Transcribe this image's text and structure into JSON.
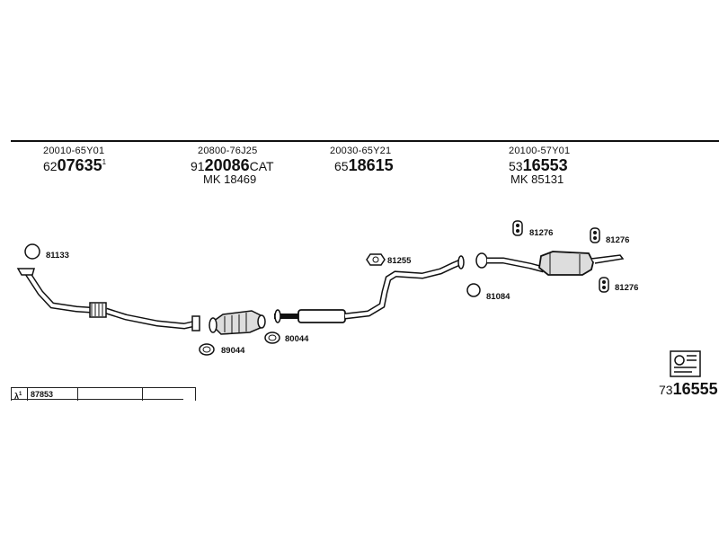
{
  "parts": [
    {
      "oem": "20010-65Y01",
      "prefix": "62",
      "number": "07635",
      "mark": "1",
      "mk": "",
      "suffix": ""
    },
    {
      "oem": "20800-76J25",
      "prefix": "91",
      "number": "20086",
      "mark": "",
      "mk": "MK 18469",
      "suffix": "CAT"
    },
    {
      "oem": "20030-65Y21",
      "prefix": "65",
      "number": "18615",
      "mark": "",
      "mk": "",
      "suffix": ""
    },
    {
      "oem": "20100-57Y01",
      "prefix": "53",
      "number": "16553",
      "mark": "",
      "mk": "MK 85131",
      "suffix": ""
    }
  ],
  "fittings": {
    "f81133": "81133",
    "f89044": "89044",
    "f80044": "80044",
    "f81255": "81255",
    "f81276a": "81276",
    "f81276b": "81276",
    "f81276c": "81276",
    "f81084": "81084"
  },
  "footer_table": {
    "lambda": "λ",
    "lambda_mark": "1",
    "value": "87853",
    "empty1": "",
    "empty2": ""
  },
  "kit_number": {
    "prefix": "73",
    "number": "16555"
  },
  "icons": [
    "kit-icon",
    "gasket-ring-icon",
    "clamp-icon",
    "hanger-icon"
  ]
}
